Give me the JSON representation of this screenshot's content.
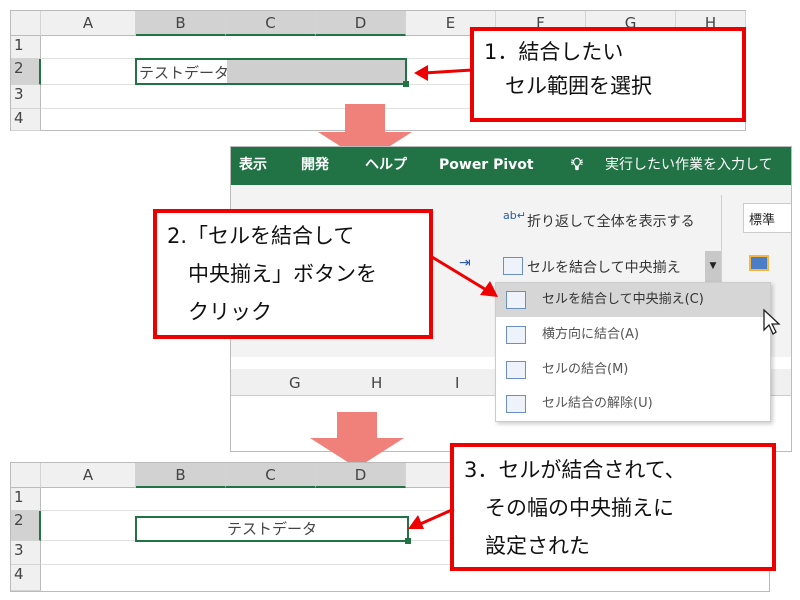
{
  "panel1": {
    "columns": [
      "A",
      "B",
      "C",
      "D",
      "E",
      "F",
      "G",
      "H"
    ],
    "rows": [
      "1",
      "2",
      "3",
      "4"
    ],
    "cell_b2": "テストデータ",
    "callout": "1．結合したい\n　セル範囲を選択"
  },
  "panel2": {
    "ribbon_tabs": [
      "表示",
      "開発",
      "ヘルプ",
      "Power Pivot"
    ],
    "tell_me": "実行したい作業を入力して",
    "wrap_text": "折り返して全体を表示する",
    "merge_center_button": "セルを結合して中央揃え",
    "number_format": "標準",
    "menu_items": [
      "セルを結合して中央揃え(C)",
      "横方向に結合(A)",
      "セルの結合(M)",
      "セル結合の解除(U)"
    ],
    "columns": [
      "G",
      "H",
      "I"
    ],
    "callout": "2.「セルを結合して\n　中央揃え」ボタンを\n　クリック"
  },
  "panel3": {
    "columns": [
      "A",
      "B",
      "C",
      "D"
    ],
    "rows": [
      "1",
      "2",
      "3",
      "4"
    ],
    "merged_cell": "テストデータ",
    "callout": "3．セルが結合されて、\n　その幅の中央揃えに\n　設定された"
  },
  "colors": {
    "excel_green": "#217346",
    "callout_red": "#e00000",
    "arrow_pink": "#f0807a"
  }
}
